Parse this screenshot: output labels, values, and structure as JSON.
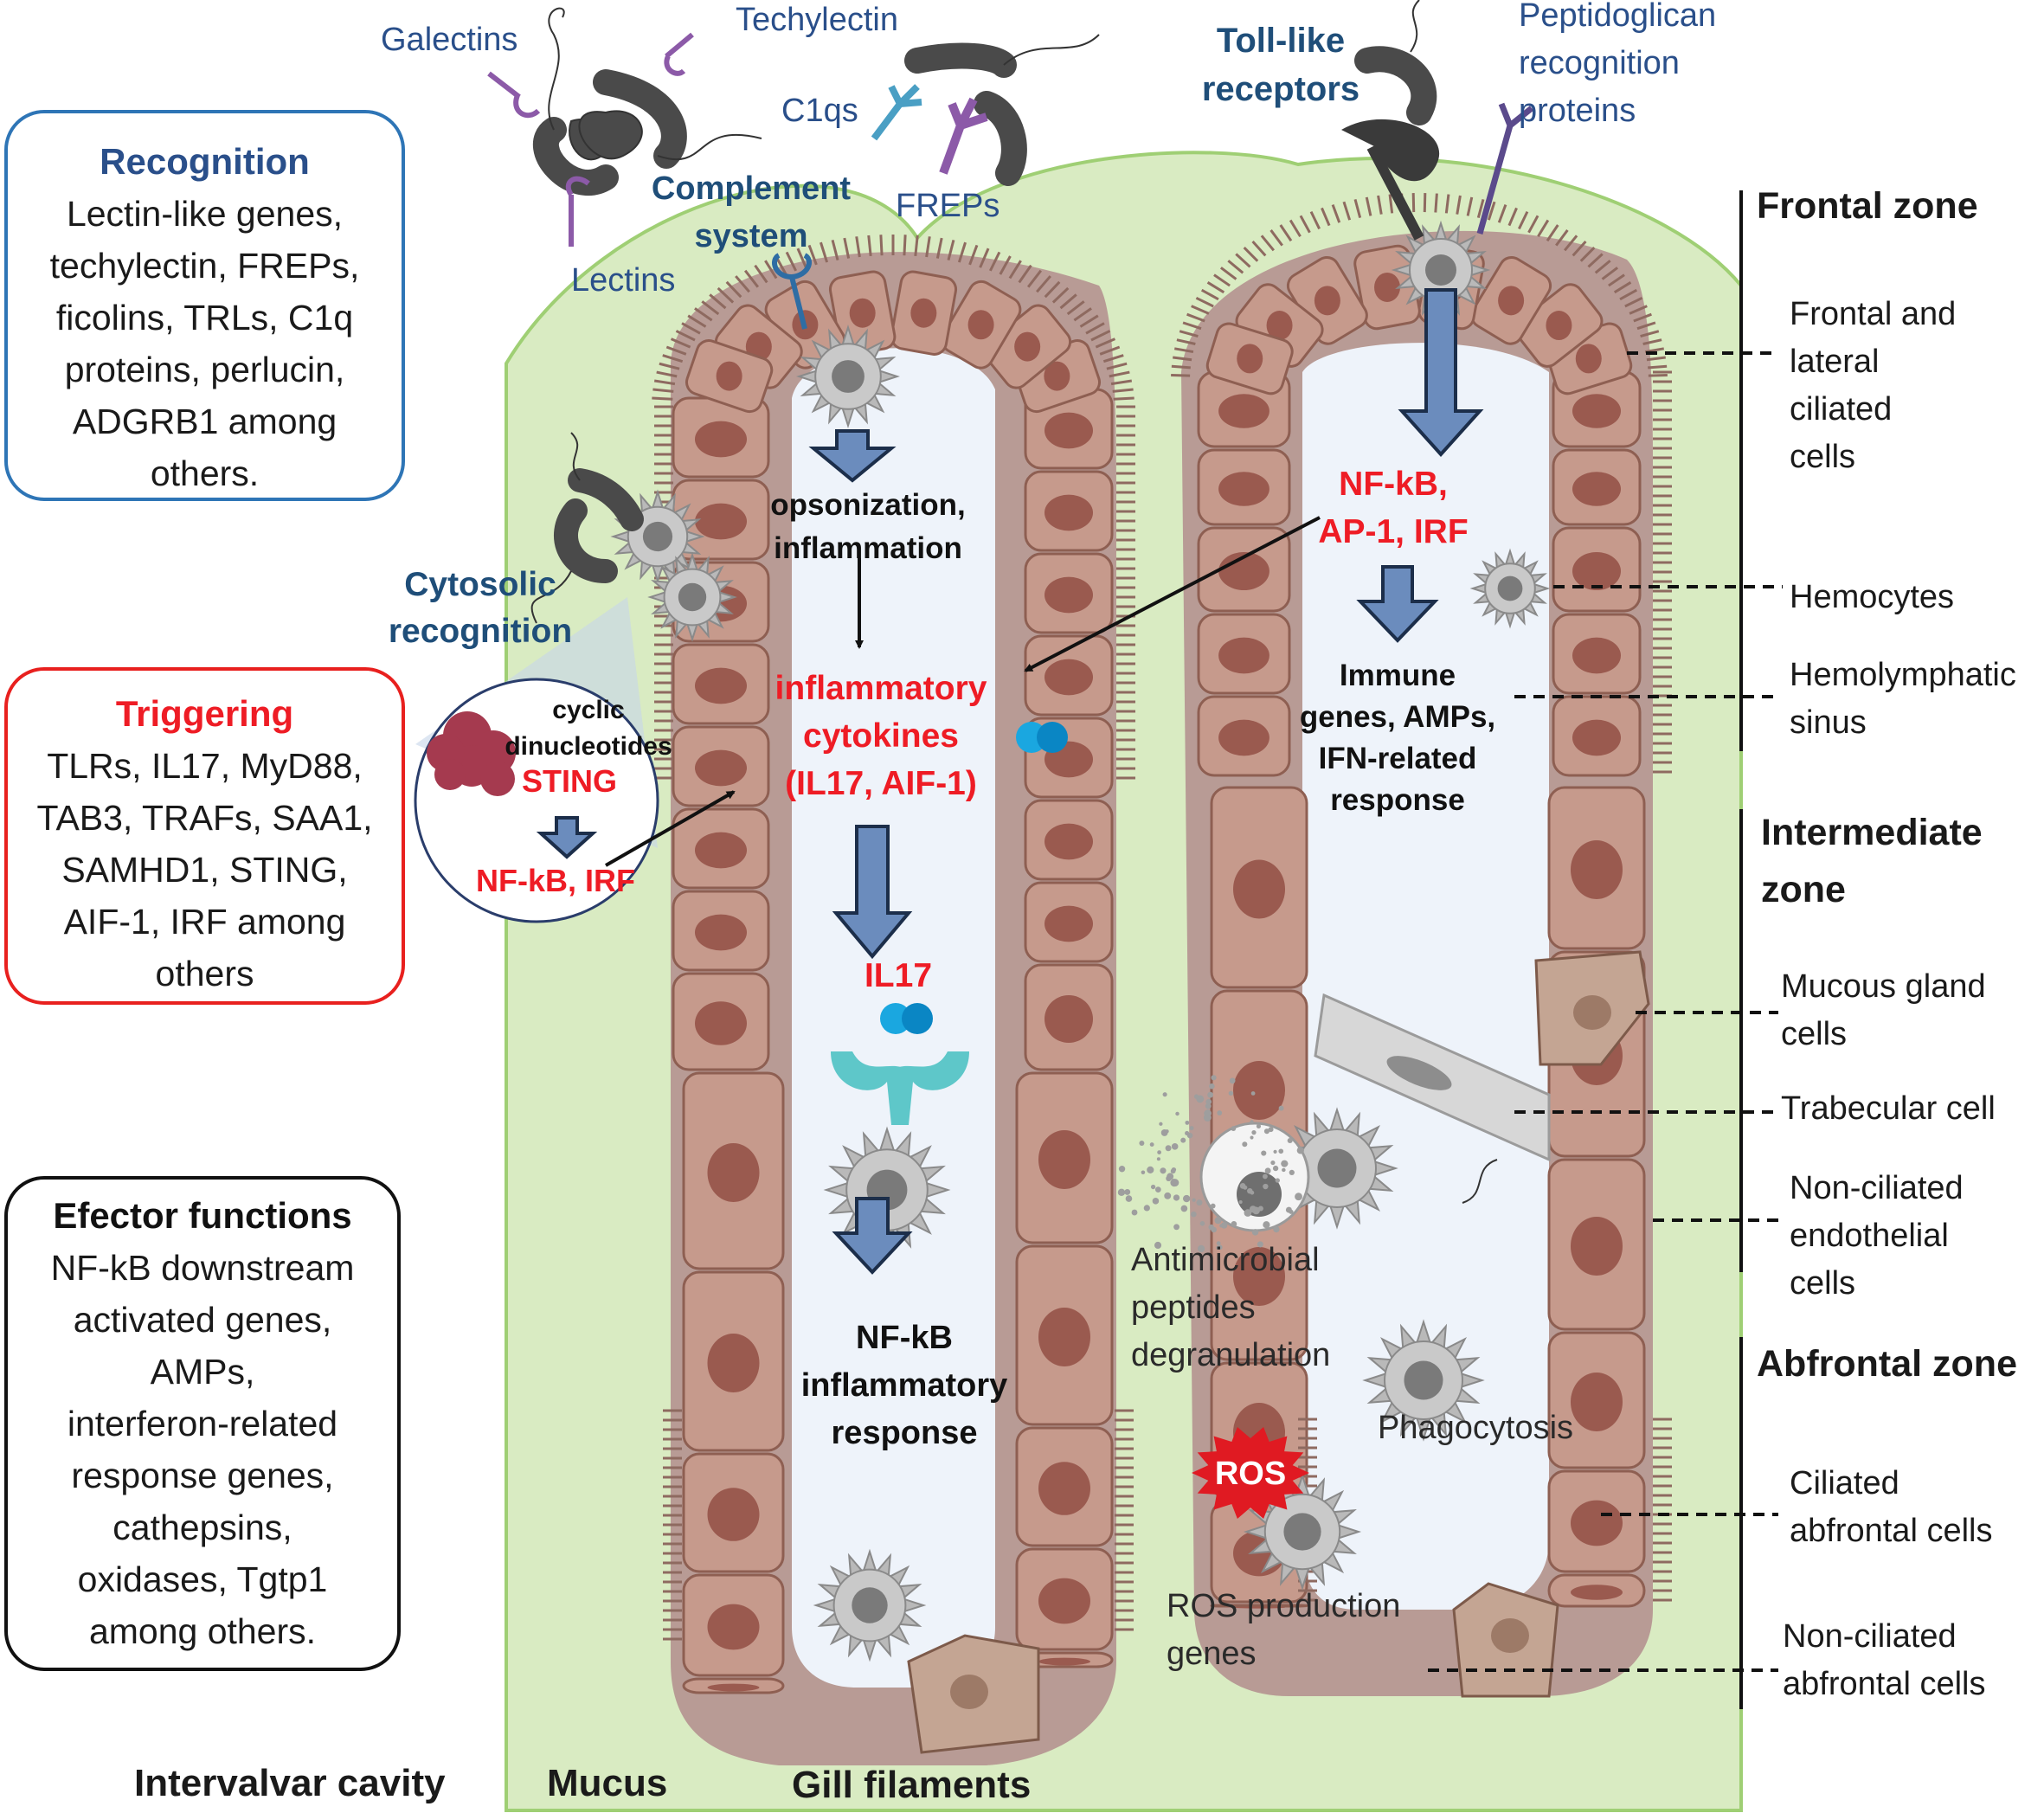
{
  "colors": {
    "tissue_green": "#d9ebc2",
    "tissue_border": "#9fcf74",
    "lumen": "#eef3fa",
    "cell_fill": "#c69a8c",
    "cell_stroke": "#8e5f52",
    "nucleus": "#9a5a4f",
    "hemocyte": "#b9b9b9",
    "arrow_blue": "#6b8cbd",
    "label_blue": "#1f4e79",
    "title_blue": "#2a4f8a",
    "text_red": "#ee1c25",
    "box_blue": "#2e75b6",
    "box_red": "#e8201e",
    "box_black": "#111111"
  },
  "boxes": {
    "recognition": {
      "title": "Recognition",
      "lines": [
        "Lectin-like genes,",
        "techylectin, FREPs,",
        "ficolins, TRLs, C1q",
        "proteins, perlucin,",
        "ADGRB1 among",
        "others."
      ]
    },
    "triggering": {
      "title": "Triggering",
      "lines": [
        "TLRs, IL17, MyD88,",
        "TAB3, TRAFs, SAA1,",
        "SAMHD1, STING,",
        "AIF-1, IRF among",
        "others"
      ]
    },
    "effector": {
      "title": "Efector functions",
      "lines": [
        "NF-kB downstream",
        "activated genes,",
        "AMPs,",
        "interferon-related",
        "response genes,",
        "cathepsins,",
        "oxidases, Tgtp1",
        "among others."
      ]
    }
  },
  "top_labels": {
    "galectins": "Galectins",
    "techylectin": "Techylectin",
    "c1qs": "C1qs",
    "lectins": "Lectins",
    "freps": "FREPs",
    "complement": [
      "Complement",
      "system"
    ],
    "tlr": [
      "Toll-like",
      "receptors"
    ],
    "pgrp": [
      "Peptidoglican",
      "recognition",
      "proteins"
    ]
  },
  "left_filament": {
    "cytosolic_title": [
      "Cytosolic",
      "recognition"
    ],
    "circle": {
      "cyclic": [
        "cyclic",
        "dinucleotides"
      ],
      "sting": "STING",
      "nfkb_irf": "NF-kB, IRF"
    },
    "opsonization": [
      "opsonization,",
      "inflammation"
    ],
    "cytokines": [
      "inflammatory",
      "cytokines",
      "(IL17, AIF-1)"
    ],
    "il17": "IL17",
    "nfkb_response": [
      "NF-kB",
      "inflammatory",
      "response"
    ]
  },
  "right_filament": {
    "nfkb_ap1": [
      "NF-kB,",
      "AP-1, IRF"
    ],
    "immune": [
      "Immune",
      "genes, AMPs,",
      "IFN-related",
      "response"
    ],
    "amp_degran": [
      "Antimicrobial",
      "peptides",
      "degranulation"
    ],
    "phagocytosis": "Phagocytosis",
    "ros": "ROS",
    "ros_genes": [
      "ROS production",
      "genes"
    ]
  },
  "zones": {
    "frontal": {
      "title": "Frontal zone",
      "items": [
        [
          "Frontal and",
          "lateral",
          "ciliated",
          "cells"
        ],
        [
          "Hemocytes"
        ],
        [
          "Hemolymphatic",
          "sinus"
        ]
      ]
    },
    "intermediate": {
      "title": [
        "Intermediate",
        "zone"
      ],
      "items": [
        [
          "Mucous gland",
          "cells"
        ],
        [
          "Trabecular cell"
        ],
        [
          "Non-ciliated",
          "endothelial",
          "cells"
        ]
      ]
    },
    "abfrontal": {
      "title": "Abfrontal zone",
      "items": [
        [
          "Ciliated",
          "abfrontal cells"
        ],
        [
          "Non-ciliated",
          "abfrontal cells"
        ]
      ]
    }
  },
  "bottom_labels": {
    "intervalvar": "Intervalvar cavity",
    "mucus": "Mucus",
    "gill": "Gill filaments"
  }
}
